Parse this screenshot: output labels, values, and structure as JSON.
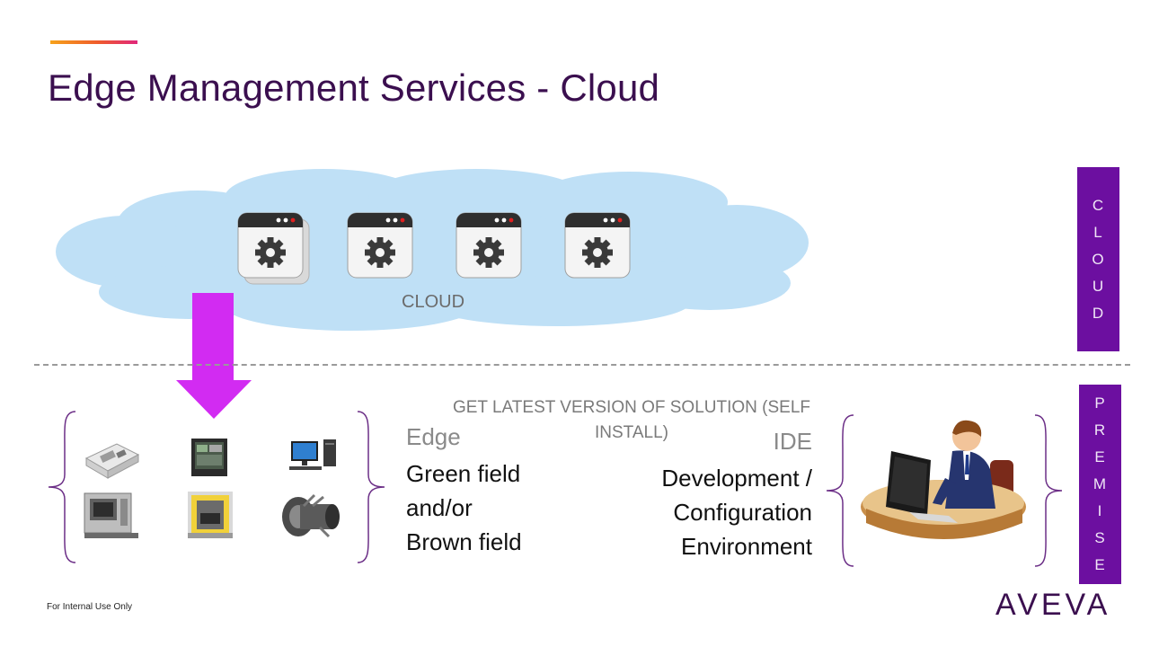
{
  "slide": {
    "title": "Edge Management Services - Cloud",
    "footer": "For Internal Use Only",
    "logo": "AVEVA"
  },
  "cloud": {
    "label": "CLOUD",
    "icons": [
      "app-gear-stack-icon",
      "app-gear-icon",
      "app-gear-icon",
      "app-gear-icon"
    ]
  },
  "side_labels": {
    "cloud": [
      "C",
      "L",
      "O",
      "U",
      "D"
    ],
    "premise": [
      "P",
      "R",
      "E",
      "M",
      "I",
      "S",
      "E"
    ]
  },
  "download_text": {
    "line1": "GET LATEST VERSION OF SOLUTION (SELF",
    "line2": "INSTALL)"
  },
  "edge": {
    "title": "Edge",
    "lines": [
      "Green field",
      "and/or",
      "Brown field"
    ]
  },
  "ide": {
    "title": "IDE",
    "lines": [
      "Development /",
      "Configuration",
      "Environment"
    ]
  },
  "devices": [
    "raspberry-pi-icon",
    "hmi-panel-icon",
    "desktop-pc-icon",
    "cnc-machine-icon",
    "car-wash-icon",
    "turbine-engine-icon"
  ],
  "colors": {
    "title": "#3b0f4f",
    "side_bar": "#6c0fa0",
    "arrow": "#d22bf2",
    "cloud": "#bfe0f6"
  }
}
